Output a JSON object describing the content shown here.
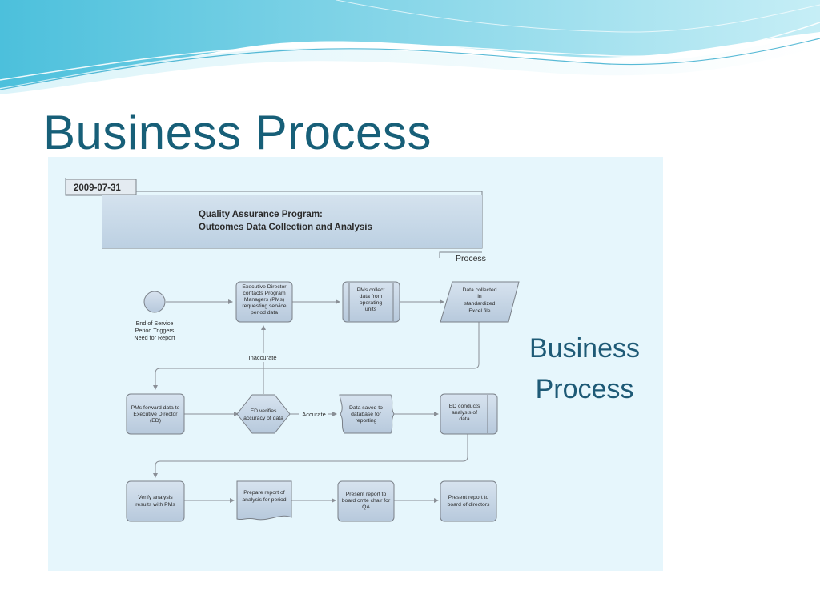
{
  "slide": {
    "title": "Business Process"
  },
  "diagram": {
    "date": "2009-07-31",
    "header_line1": "Quality Assurance Program:",
    "header_line2": "Outcomes Data Collection and Analysis",
    "process_tag": "Process",
    "side_label_line1": "Business",
    "side_label_line2": "Process",
    "start_event": [
      "End of Service",
      "Period Triggers",
      "Need for Report"
    ],
    "nodes": {
      "ed_contacts": [
        "Executive Director",
        "contacts Program",
        "Managers (PMs)",
        "requesting service",
        "period data"
      ],
      "pms_collect": [
        "PMs collect",
        "data from",
        "operating",
        "units"
      ],
      "data_collected": [
        "Data collected",
        "in",
        "standardized",
        "Excel file"
      ],
      "pms_forward": [
        "PMs forward data to",
        "Executive Director",
        "(ED)"
      ],
      "ed_verifies": [
        "ED verifies",
        "accuracy of data"
      ],
      "data_saved": [
        "Data saved to",
        "database for",
        "reporting"
      ],
      "ed_conducts": [
        "ED conducts",
        "analysis of",
        "data"
      ],
      "verify_analysis": [
        "Verify analysis",
        "results with PMs"
      ],
      "prepare_report": [
        "Prepare report of",
        "analysis for period"
      ],
      "present_chair": [
        "Present report to",
        "board cmte chair for",
        "QA"
      ],
      "present_board": [
        "Present report to",
        "board of directors"
      ]
    },
    "edge_labels": {
      "inaccurate": "Inaccurate",
      "accurate": "Accurate"
    }
  }
}
